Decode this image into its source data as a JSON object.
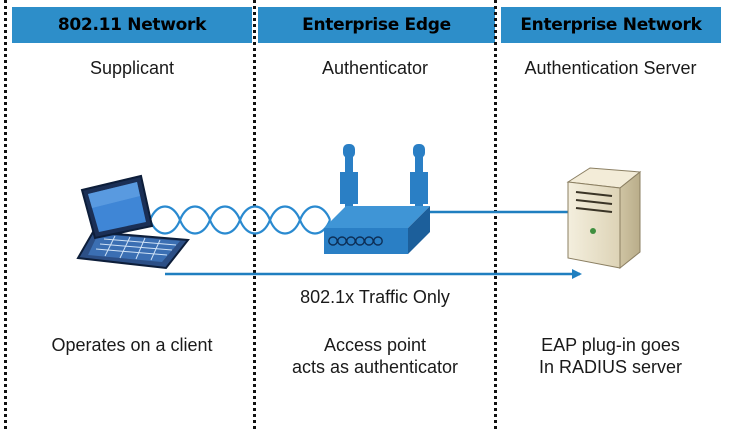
{
  "columns": [
    {
      "header": "802.11 Network",
      "role": "Supplicant",
      "description": [
        "Operates on a client"
      ]
    },
    {
      "header": "Enterprise Edge",
      "role": "Authenticator",
      "description": [
        "Access point",
        "acts as authenticator"
      ]
    },
    {
      "header": "Enterprise Network",
      "role": "Authentication Server",
      "description": [
        "EAP plug-in goes",
        "In RADIUS server"
      ]
    }
  ],
  "traffic_label": "802.1x Traffic Only",
  "colors": {
    "header_bg": "#2d8ec9",
    "accent_blue": "#1f7fc0",
    "device_blue": "#2a7fc5",
    "server_beige": "#e9e1c9"
  },
  "icons": [
    "laptop-icon",
    "access-point-icon",
    "server-icon",
    "wireless-signal-icon",
    "arrow-icon"
  ]
}
